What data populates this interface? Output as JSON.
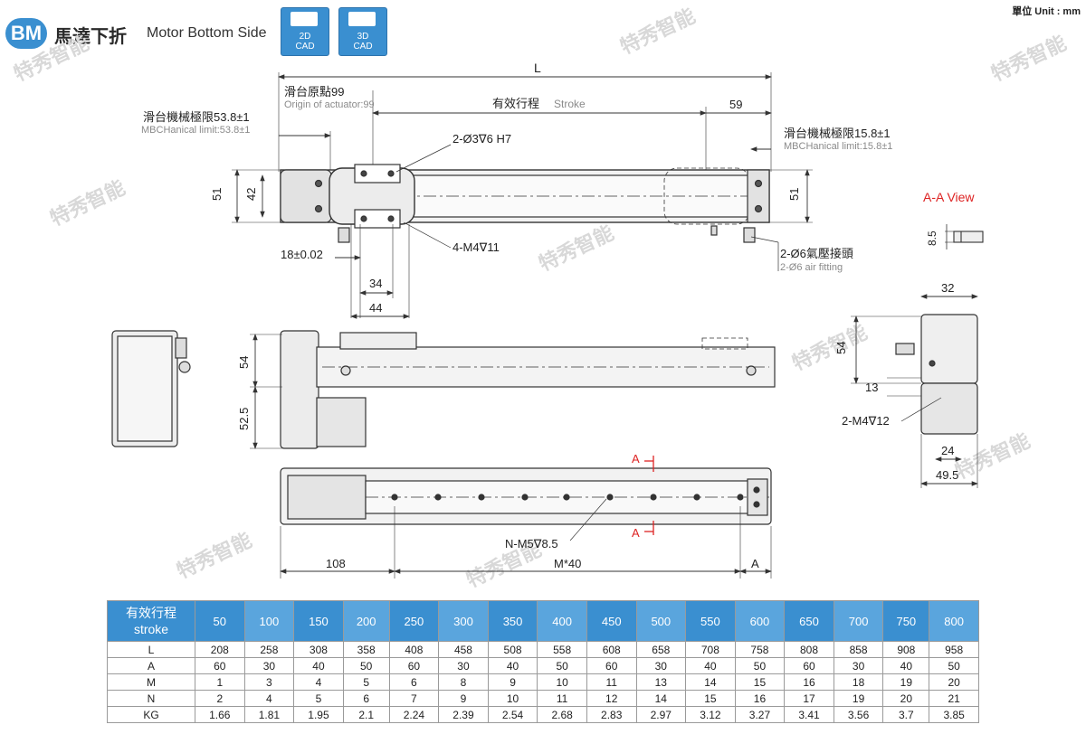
{
  "header": {
    "badge": "BM",
    "title_cn": "馬達下折",
    "title_en": "Motor Bottom Side",
    "cad_2d": [
      "2D",
      "CAD"
    ],
    "cad_3d": [
      "3D",
      "CAD"
    ],
    "unit": "單位 Unit : mm"
  },
  "watermark": "特秀智能",
  "drawing": {
    "L": "L",
    "origin_cn": "滑台原點99",
    "origin_en": "Origin of actuator:99",
    "stroke_cn": "有效行程",
    "stroke_en": "Stroke",
    "dim_59": "59",
    "mech_limit_left_cn": "滑台機械極限53.8±1",
    "mech_limit_left_en": "MBCHanical limit:53.8±1",
    "mech_limit_right_cn": "滑台機械極限15.8±1",
    "mech_limit_right_en": "MBCHanical limit:15.8±1",
    "hole_h7": "2-Ø3∇6 H7",
    "m4_11": "4-M4∇11",
    "air_cn": "2-Ø6氣壓接頭",
    "air_en": "2-Ø6 air fitting",
    "dim_51_left": "51",
    "dim_42": "42",
    "dim_51_right": "51",
    "dim_18": "18±0.02",
    "dim_34": "34",
    "dim_44": "44",
    "aa_view": "A-A View",
    "dim_8_5": "8.5",
    "dim_32": "32",
    "dim_54_right": "54",
    "dim_13": "13",
    "m4_12": "2-M4∇12",
    "dim_24": "24",
    "dim_49_5": "49.5",
    "dim_54_side": "54",
    "dim_52_5": "52.5",
    "section_a": "A",
    "n_m5": "N-M5∇8.5",
    "dim_108": "108",
    "dim_m40": "M*40",
    "dim_A": "A"
  },
  "table": {
    "header_cn": "有效行程",
    "header_en": "stroke",
    "strokes": [
      "50",
      "100",
      "150",
      "200",
      "250",
      "300",
      "350",
      "400",
      "450",
      "500",
      "550",
      "600",
      "650",
      "700",
      "750",
      "800"
    ],
    "rows": [
      {
        "label": "L",
        "values": [
          "208",
          "258",
          "308",
          "358",
          "408",
          "458",
          "508",
          "558",
          "608",
          "658",
          "708",
          "758",
          "808",
          "858",
          "908",
          "958"
        ]
      },
      {
        "label": "A",
        "values": [
          "60",
          "30",
          "40",
          "50",
          "60",
          "30",
          "40",
          "50",
          "60",
          "30",
          "40",
          "50",
          "60",
          "30",
          "40",
          "50"
        ]
      },
      {
        "label": "M",
        "values": [
          "1",
          "3",
          "4",
          "5",
          "6",
          "8",
          "9",
          "10",
          "11",
          "13",
          "14",
          "15",
          "16",
          "18",
          "19",
          "20"
        ]
      },
      {
        "label": "N",
        "values": [
          "2",
          "4",
          "5",
          "6",
          "7",
          "9",
          "10",
          "11",
          "12",
          "14",
          "15",
          "16",
          "17",
          "19",
          "20",
          "21"
        ]
      },
      {
        "label": "KG",
        "values": [
          "1.66",
          "1.81",
          "1.95",
          "2.1",
          "2.24",
          "2.39",
          "2.54",
          "2.68",
          "2.83",
          "2.97",
          "3.12",
          "3.27",
          "3.41",
          "3.56",
          "3.7",
          "3.85"
        ]
      }
    ]
  }
}
